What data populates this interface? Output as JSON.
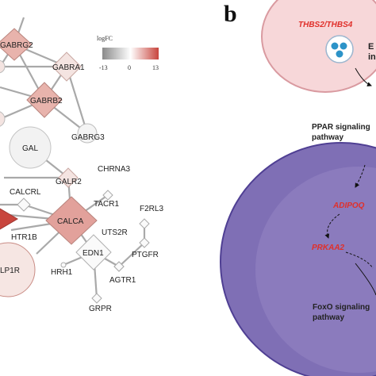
{
  "panel_a": {
    "legend": {
      "title": "logFC",
      "min": "-13",
      "mid": "0",
      "max": "13"
    },
    "nodes": {
      "gabrg2": "GABRG2",
      "gabra1": "GABRA1",
      "gabrb2": "GABRB2",
      "gabrg3": "GABRG3",
      "gal": "GAL",
      "galr2": "GALR2",
      "chrna3": "CHRNA3",
      "calcrl": "CALCRL",
      "tacr1": "TACR1",
      "f2rl3": "F2RL3",
      "calca": "CALCA",
      "uts2r": "UTS2R",
      "htr1b": "HTR1B",
      "edn1": "EDN1",
      "ptgfr": "PTGFR",
      "glp1r": "LP1R",
      "hrh1": "HRH1",
      "agtr1": "AGTR1",
      "grpr": "GRPR"
    }
  },
  "panel_b": {
    "label": "b",
    "gene_label": "THBS2/THBS4",
    "cut_text_1": "E",
    "cut_text_2": "in",
    "ppar_line1": "PPAR signaling",
    "ppar_line2": "pathway",
    "adipoq": "ADIPOQ",
    "prkaa2": "PRKAA2",
    "foxo_line1": "FoxO signaling",
    "foxo_line2": "pathway"
  },
  "colors": {
    "node_red": "#c8453d",
    "node_pink": "#e8b3ac",
    "node_light": "#f4e4e1",
    "edge": "#a9a9a9",
    "cell_fill": "#7f6fb5",
    "vesicle_fill": "#f7d7d9",
    "gene_red": "#e0302b"
  }
}
